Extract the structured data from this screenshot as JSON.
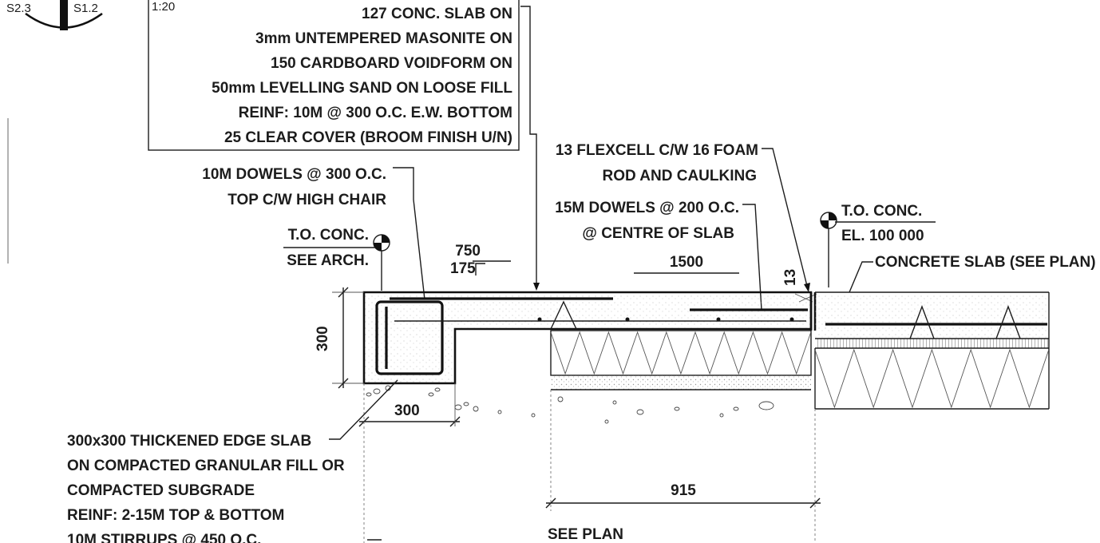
{
  "section_marker": {
    "left_ref": "S2.3",
    "right_ref": "S1.2"
  },
  "scale": "1:20",
  "slab_note": {
    "lines": [
      "127 CONC. SLAB ON",
      "3mm UNTEMPERED MASONITE ON",
      "150 CARDBOARD VOIDFORM ON",
      "50mm LEVELLING SAND ON LOOSE FILL",
      "REINF: 10M @ 300 O.C. E.W. BOTTOM",
      "25 CLEAR COVER (BROOM FINISH U/N)"
    ]
  },
  "dowel_note_left": {
    "line1": "10M DOWELS @ 300 O.C.",
    "line2": "TOP C/W HIGH CHAIR"
  },
  "elev_left": {
    "line1": "T.O. CONC.",
    "line2": "SEE ARCH."
  },
  "joint_note": {
    "line1": "13 FLEXCELL C/W 16 FOAM",
    "line2": "ROD AND CAULKING"
  },
  "dowel_note_mid": {
    "line1": "15M DOWELS @ 200 O.C.",
    "line2": "@ CENTRE OF SLAB"
  },
  "elev_right": {
    "line1": "T.O. CONC.",
    "line2": "EL. 100 000"
  },
  "concrete_note": "CONCRETE SLAB (SEE PLAN)",
  "dims": {
    "d750": "750",
    "d175": "175",
    "d1500": "1500",
    "d13": "13",
    "d300_vert": "300",
    "d300_horiz": "300",
    "d915": "915"
  },
  "edge_note": {
    "lines": [
      "300x300 THICKENED EDGE SLAB",
      "ON COMPACTED GRANULAR FILL OR",
      "COMPACTED SUBGRADE",
      "REINF: 2-15M TOP & BOTTOM",
      "10M STIRRUPS @ 450 O.C."
    ]
  },
  "see_plan": "SEE PLAN"
}
